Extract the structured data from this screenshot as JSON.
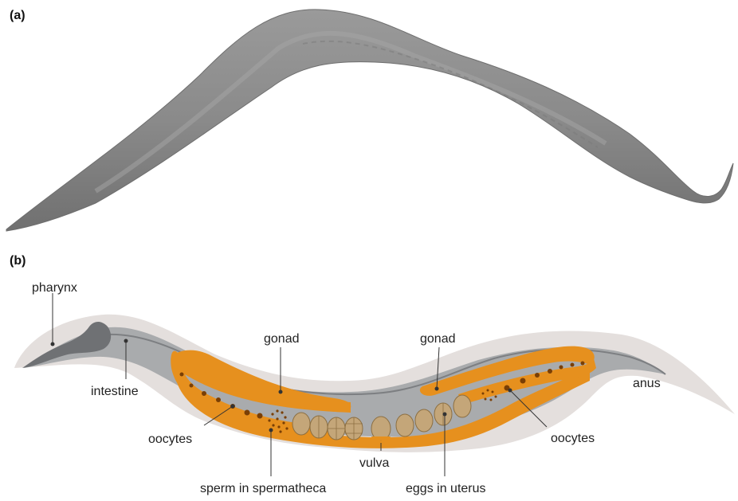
{
  "panel_a": {
    "label": "(a)"
  },
  "panel_b": {
    "label": "(b)",
    "labels": {
      "pharynx": "pharynx",
      "intestine": "intestine",
      "gonad_left": "gonad",
      "gonad_right": "gonad",
      "anus": "anus",
      "oocytes_left": "oocytes",
      "oocytes_right": "oocytes",
      "vulva": "vulva",
      "sperm": "sperm in spermatheca",
      "eggs": "eggs in uterus"
    }
  },
  "colors": {
    "micrograph_gray": "#8c8c8c",
    "body_outline": "#e4dfdd",
    "intestine": "#a9abad",
    "gonad": "#e6901e",
    "egg": "#c4a679",
    "oocyte_nucleus": "#7a3f05"
  }
}
